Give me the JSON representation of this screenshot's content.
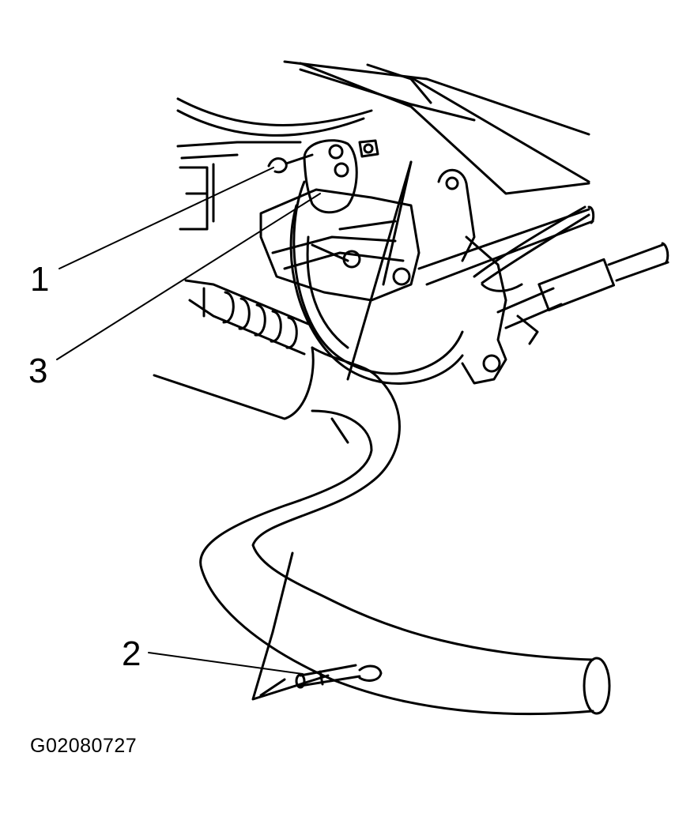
{
  "diagram": {
    "callouts": [
      {
        "id": "1",
        "label": "1"
      },
      {
        "id": "2",
        "label": "2"
      },
      {
        "id": "3",
        "label": "3"
      }
    ],
    "figure_id": "G02080727",
    "colors": {
      "ink": "#000000",
      "paper": "#ffffff"
    }
  }
}
